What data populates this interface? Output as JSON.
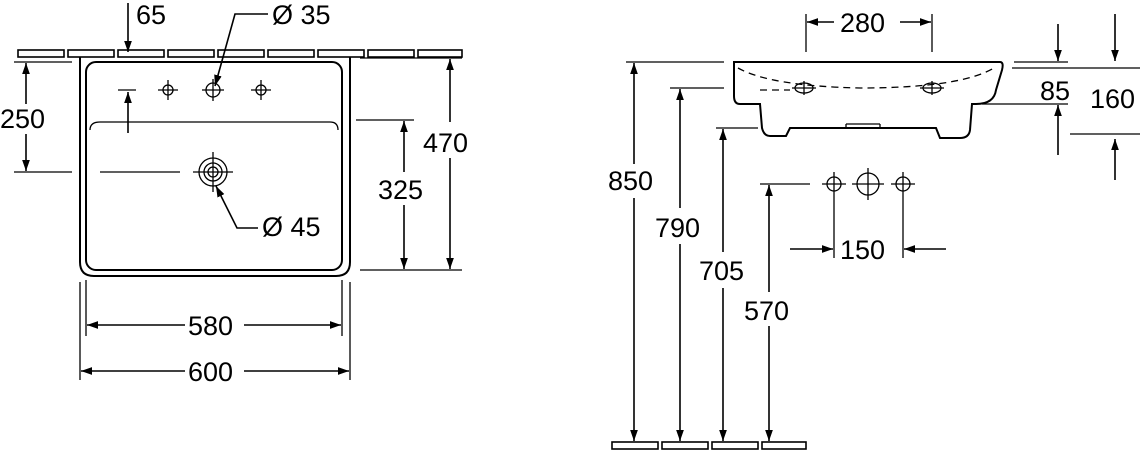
{
  "front_view": {
    "tap_hole_offset": "65",
    "tap_hole_diameter": "Ø 35",
    "height_250": "250",
    "depth_470": "470",
    "inner_depth_325": "325",
    "drain_diameter": "Ø 45",
    "inner_width_580": "580",
    "overall_width_600": "600"
  },
  "side_view": {
    "width_280": "280",
    "dim_85": "85",
    "dim_160": "160",
    "height_850": "850",
    "height_790": "790",
    "height_705": "705",
    "height_570": "570",
    "hole_spacing_150": "150"
  }
}
